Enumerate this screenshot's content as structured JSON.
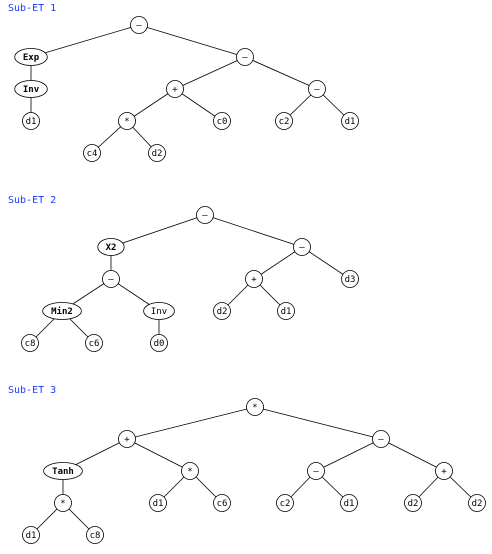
{
  "colors": {
    "title": "#1a3cff",
    "line": "#000000",
    "node_fill": "#ffffff"
  },
  "trees": [
    {
      "title": "Sub-ET 1",
      "nodes": [
        {
          "id": "n1",
          "label": "–",
          "parent": null,
          "bold": false
        },
        {
          "id": "n2",
          "label": "Exp",
          "parent": "n1",
          "bold": true
        },
        {
          "id": "n3",
          "label": "Inv",
          "parent": "n2",
          "bold": true
        },
        {
          "id": "n4",
          "label": "d1",
          "parent": "n3",
          "bold": false
        },
        {
          "id": "n5",
          "label": "–",
          "parent": "n1",
          "bold": false
        },
        {
          "id": "n6",
          "label": "+",
          "parent": "n5",
          "bold": false
        },
        {
          "id": "n7",
          "label": "*",
          "parent": "n6",
          "bold": false
        },
        {
          "id": "n8",
          "label": "c4",
          "parent": "n7",
          "bold": false
        },
        {
          "id": "n9",
          "label": "d2",
          "parent": "n7",
          "bold": false
        },
        {
          "id": "n10",
          "label": "c0",
          "parent": "n6",
          "bold": false
        },
        {
          "id": "n11",
          "label": "–",
          "parent": "n5",
          "bold": false
        },
        {
          "id": "n12",
          "label": "c2",
          "parent": "n11",
          "bold": false
        },
        {
          "id": "n13",
          "label": "d1",
          "parent": "n11",
          "bold": false
        }
      ]
    },
    {
      "title": "Sub-ET 2",
      "nodes": [
        {
          "id": "n1",
          "label": "–",
          "parent": null,
          "bold": false
        },
        {
          "id": "n2",
          "label": "X2",
          "parent": "n1",
          "bold": true
        },
        {
          "id": "n3",
          "label": "–",
          "parent": "n2",
          "bold": false
        },
        {
          "id": "n4",
          "label": "Min2",
          "parent": "n3",
          "bold": true
        },
        {
          "id": "n5",
          "label": "c8",
          "parent": "n4",
          "bold": false
        },
        {
          "id": "n6",
          "label": "c6",
          "parent": "n4",
          "bold": false
        },
        {
          "id": "n7",
          "label": "Inv",
          "parent": "n3",
          "bold": false
        },
        {
          "id": "n8",
          "label": "d0",
          "parent": "n7",
          "bold": false
        },
        {
          "id": "n9",
          "label": "–",
          "parent": "n1",
          "bold": false
        },
        {
          "id": "n10",
          "label": "+",
          "parent": "n9",
          "bold": false
        },
        {
          "id": "n11",
          "label": "d2",
          "parent": "n10",
          "bold": false
        },
        {
          "id": "n12",
          "label": "d1",
          "parent": "n10",
          "bold": false
        },
        {
          "id": "n13",
          "label": "d3",
          "parent": "n9",
          "bold": false
        }
      ]
    },
    {
      "title": "Sub-ET 3",
      "nodes": [
        {
          "id": "n1",
          "label": "*",
          "parent": null,
          "bold": false
        },
        {
          "id": "n2",
          "label": "+",
          "parent": "n1",
          "bold": false
        },
        {
          "id": "n3",
          "label": "Tanh",
          "parent": "n2",
          "bold": true
        },
        {
          "id": "n4",
          "label": "*",
          "parent": "n3",
          "bold": false
        },
        {
          "id": "n5",
          "label": "d1",
          "parent": "n4",
          "bold": false
        },
        {
          "id": "n6",
          "label": "c8",
          "parent": "n4",
          "bold": false
        },
        {
          "id": "n7",
          "label": "*",
          "parent": "n2",
          "bold": false
        },
        {
          "id": "n8",
          "label": "d1",
          "parent": "n7",
          "bold": false
        },
        {
          "id": "n9",
          "label": "c6",
          "parent": "n7",
          "bold": false
        },
        {
          "id": "n10",
          "label": "–",
          "parent": "n1",
          "bold": false
        },
        {
          "id": "n11",
          "label": "–",
          "parent": "n10",
          "bold": false
        },
        {
          "id": "n12",
          "label": "c2",
          "parent": "n11",
          "bold": false
        },
        {
          "id": "n13",
          "label": "d1",
          "parent": "n11",
          "bold": false
        },
        {
          "id": "n14",
          "label": "+",
          "parent": "n10",
          "bold": false
        },
        {
          "id": "n15",
          "label": "d2",
          "parent": "n14",
          "bold": false
        },
        {
          "id": "n16",
          "label": "d2",
          "parent": "n14",
          "bold": false
        }
      ]
    }
  ]
}
